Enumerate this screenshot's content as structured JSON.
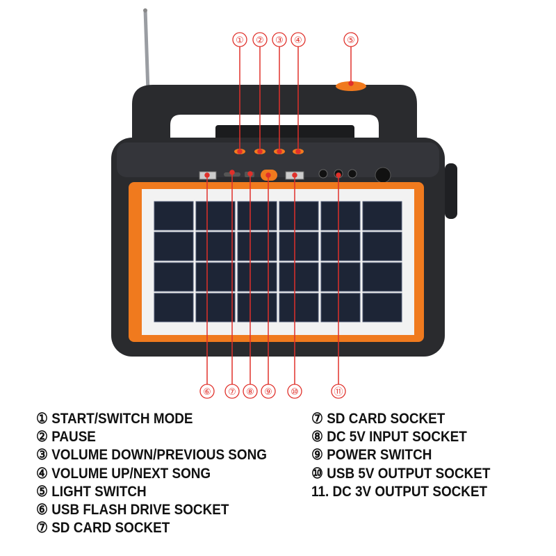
{
  "callouts_top": [
    "①",
    "②",
    "③",
    "④",
    "⑤"
  ],
  "callouts_bottom": [
    "⑥",
    "⑦",
    "⑧",
    "⑨",
    "⑩",
    "⑪"
  ],
  "legend_left": [
    "① START/SWITCH MODE",
    "② PAUSE",
    "③ VOLUME DOWN/PREVIOUS SONG",
    "④ VOLUME UP/NEXT SONG",
    "⑤ LIGHT SWITCH",
    "⑥ USB FLASH DRIVE SOCKET",
    "⑦ SD CARD SOCKET"
  ],
  "legend_right": [
    "⑦ SD CARD SOCKET",
    "⑧ DC 5V INPUT SOCKET",
    "⑨ POWER SWITCH",
    "⑩ USB 5V OUTPUT SOCKET",
    "11. DC 3V OUTPUT SOCKET"
  ],
  "colors": {
    "accent": "#e0302a",
    "body": "#2a2b2e",
    "frame": "#f07a1e",
    "panel": "#1d2536"
  }
}
